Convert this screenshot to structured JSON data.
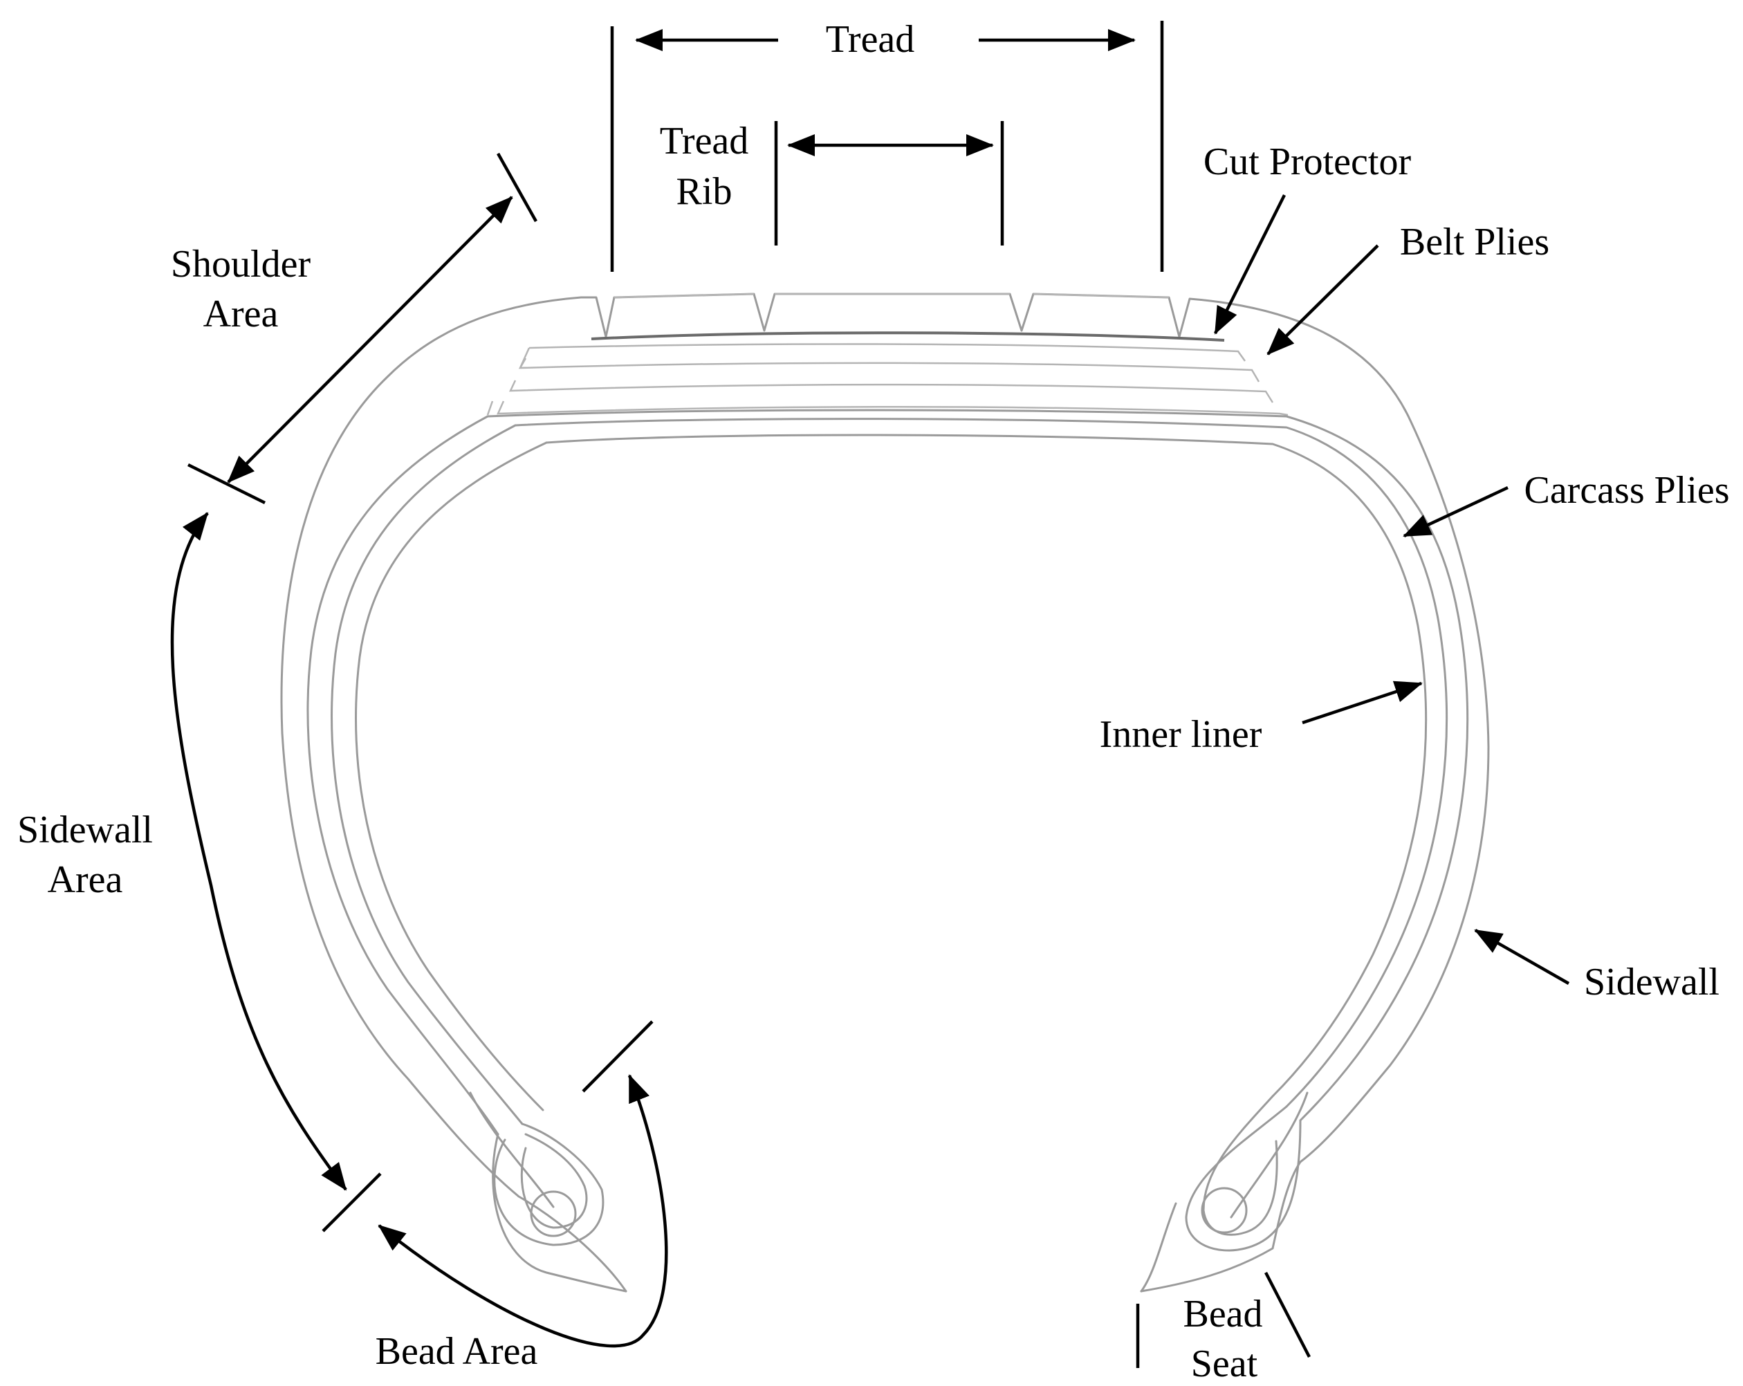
{
  "labels": {
    "tread": "Tread",
    "tread_rib_line1": "Tread",
    "tread_rib_line2": "Rib",
    "cut_protector": "Cut Protector",
    "belt_plies": "Belt Plies",
    "shoulder_line1": "Shoulder",
    "shoulder_line2": "Area",
    "carcass_plies": "Carcass Plies",
    "inner_liner": "Inner liner",
    "sidewall_area_line1": "Sidewall",
    "sidewall_area_line2": "Area",
    "sidewall": "Sidewall",
    "bead_area": "Bead Area",
    "bead_seat_line1": "Bead",
    "bead_seat_line2": "Seat"
  },
  "colors": {
    "tire_outline": "#9a9a9a",
    "annotation": "#000000",
    "background": "#ffffff"
  }
}
